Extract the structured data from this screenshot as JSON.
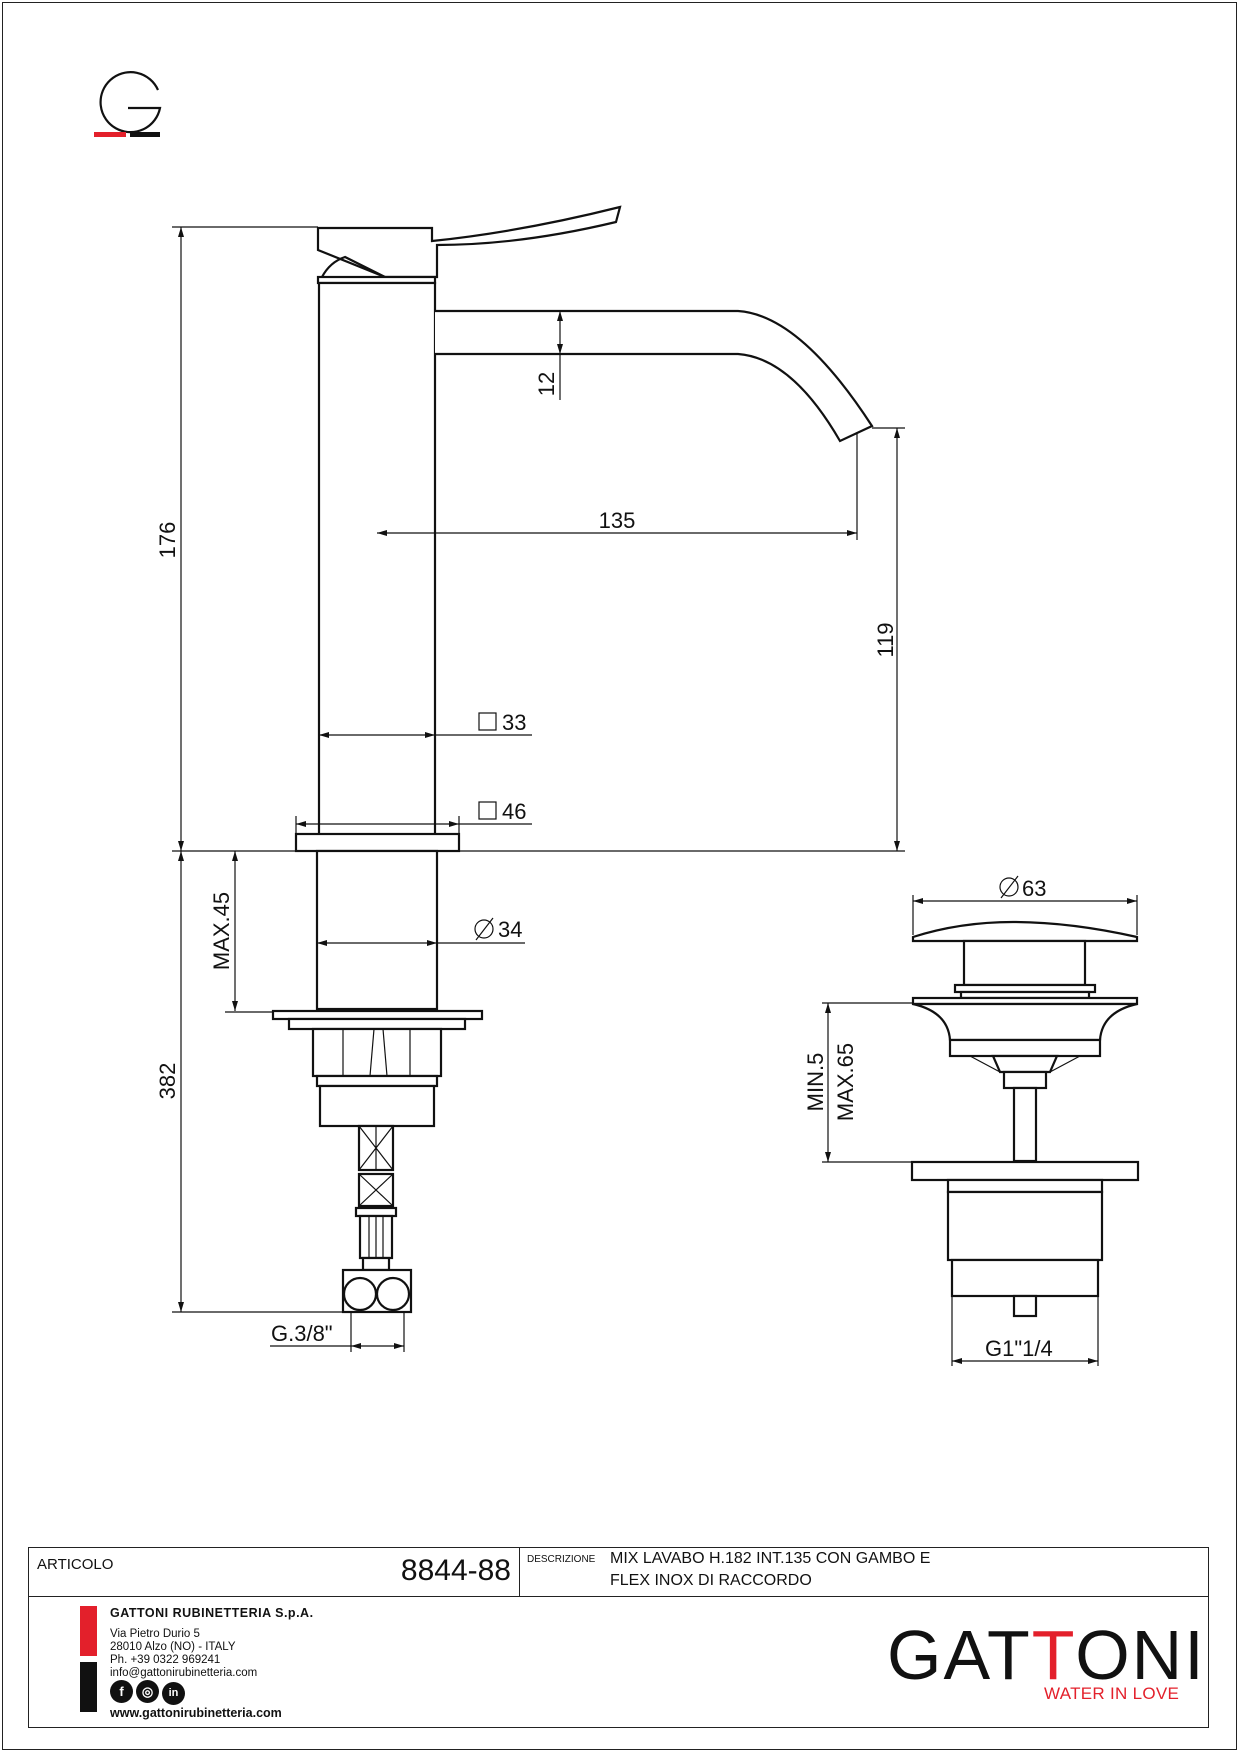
{
  "drawing": {
    "dimensions": {
      "total_height": "176",
      "spout_thickness": "12",
      "spout_reach": "135",
      "spout_height": "119",
      "body_square": "33",
      "base_square": "46",
      "max_thickness": "MAX.45",
      "shank_diameter": "34",
      "overall_length": "382",
      "hose_thread": "G.3/8\"",
      "waste_diameter": "63",
      "waste_min": "MIN.5",
      "waste_max": "MAX.65",
      "waste_thread": "G1\"1/4"
    },
    "symbols": {
      "square": "square-symbol",
      "diameter": "diameter-symbol"
    }
  },
  "title_block": {
    "article_label": "ARTICOLO",
    "article_code": "8844-88",
    "description_label": "DESCRIZIONE",
    "description_line1": "MIX LAVABO H.182 INT.135 CON GAMBO E",
    "description_line2": "FLEX INOX DI RACCORDO"
  },
  "company": {
    "name": "GATTONI RUBINETTERIA S.p.A.",
    "address1": "Via Pietro Durio 5",
    "address2": "28010 Alzo (NO) - ITALY",
    "phone": "Ph. +39 0322 969241",
    "email": "info@gattonirubinetteria.com",
    "social": [
      "f",
      "◎",
      "in"
    ],
    "website": "www.gattonirubinetteria.com",
    "brand_pre": "GAT",
    "brand_accent": "T",
    "brand_post": "ONI",
    "tagline": "WATER IN LOVE"
  },
  "colors": {
    "accent": "#e3202b",
    "ink": "#111111"
  }
}
